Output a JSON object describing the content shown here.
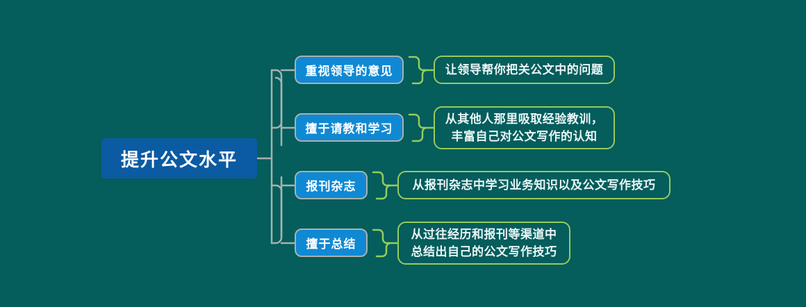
{
  "diagram": {
    "type": "mindmap",
    "title": "提升公文水平",
    "background_color": "#055d5c",
    "colors": {
      "root_fill": "#0b5ba3",
      "branch_fill": "#1089d4",
      "branch_border": "#a9b2ad",
      "leaf_border": "#95cc5c",
      "root_text": "#ffffff",
      "branch_text": "#ffffff",
      "leaf_text": "#eaf6f7",
      "root_connector": "#a9b2ad",
      "leaf_connector": "#95cc5c"
    },
    "root": {
      "label": "提升公文水平"
    },
    "branches": [
      {
        "label": "重视领导的意见",
        "leaf": "让领导帮你把关公文中的问题"
      },
      {
        "label": "擅于请教和学习",
        "leaf": "从其他人那里吸取经验教训，\n丰富自己对公文写作的认知"
      },
      {
        "label": "报刊杂志",
        "leaf": "从报刊杂志中学习业务知识以及公文写作技巧"
      },
      {
        "label": "擅于总结",
        "leaf": "从过往经历和报刊等渠道中\n总结出自己的公文写作技巧"
      }
    ]
  }
}
